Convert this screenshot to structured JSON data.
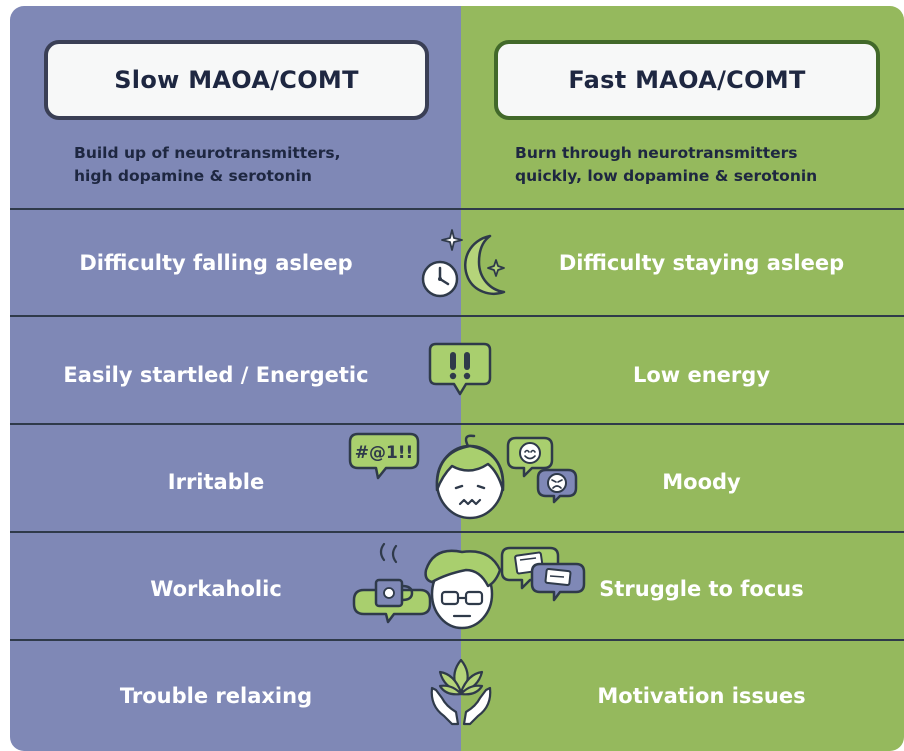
{
  "header": {
    "left_title": "Slow MAOA/COMT",
    "right_title": "Fast MAOA/COMT",
    "left_description": [
      "Build up of neurotransmitters,",
      "high dopamine & serotonin"
    ],
    "right_description": [
      "Burn through neurotransmitters",
      "quickly, low dopamine & serotonin"
    ]
  },
  "rows": [
    {
      "left": "Difficulty falling asleep",
      "right": "Difficulty staying asleep",
      "icon": "moon-clock-icon"
    },
    {
      "left": "Easily startled / Energetic",
      "right": "Low energy",
      "icon": "exclamation-bubble-icon"
    },
    {
      "left": "Irritable",
      "right": "Moody",
      "icon": "frowning-face-icon"
    },
    {
      "left": "Workaholic",
      "right": "Struggle to focus",
      "icon": "distracted-worker-icon"
    },
    {
      "left": "Trouble relaxing",
      "right": "Motivation issues",
      "icon": "lotus-hands-icon"
    }
  ],
  "icons": {
    "swear_bubble_text": "#@1!!"
  },
  "colors": {
    "left_bg": "#7f88b6",
    "right_bg": "#95b95d",
    "outline": "#2f3a4a",
    "title_text": "#1e2741",
    "bubble_green": "#a9cf6e"
  }
}
